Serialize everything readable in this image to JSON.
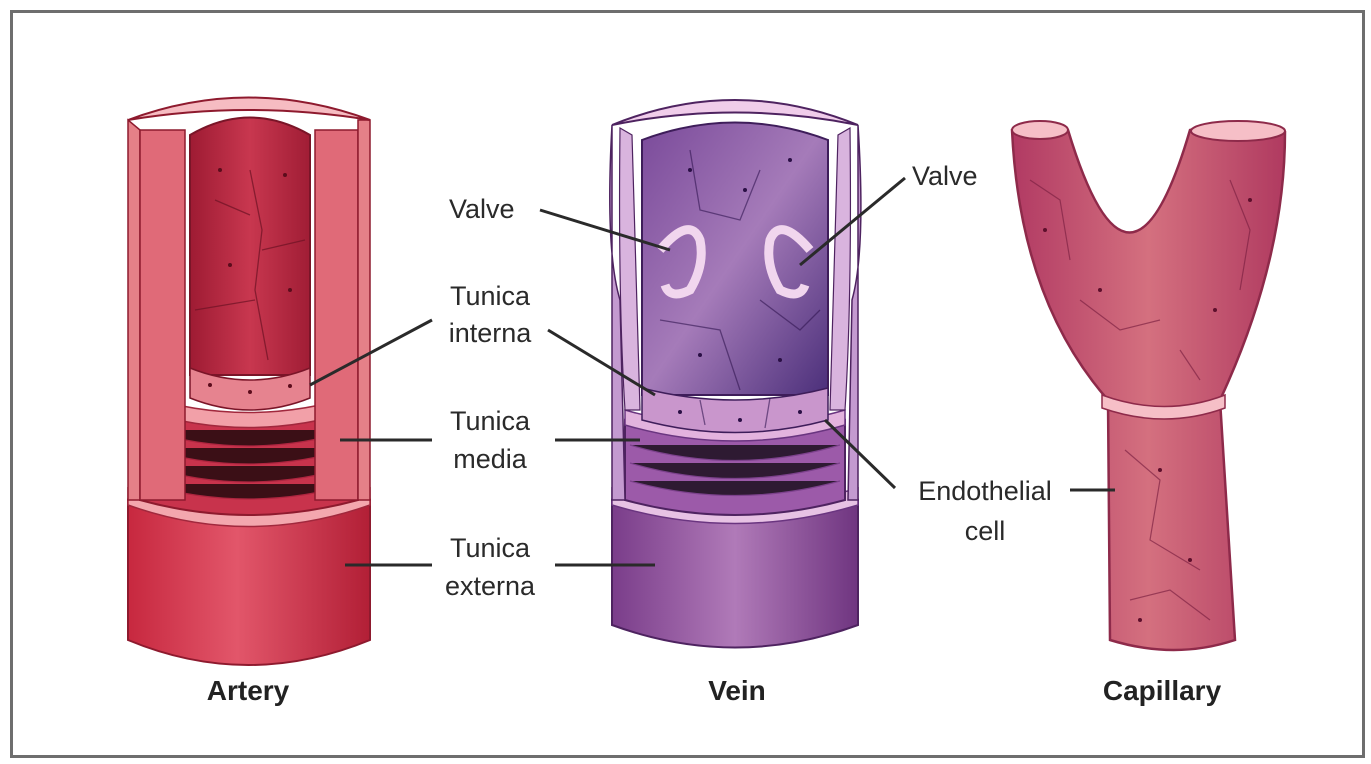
{
  "vessels": {
    "artery": "Artery",
    "vein": "Vein",
    "capillary": "Capillary"
  },
  "labels": {
    "valve_left": "Valve",
    "valve_right": "Valve",
    "tunica_interna": [
      "Tunica",
      "interna"
    ],
    "tunica_media": [
      "Tunica",
      "media"
    ],
    "tunica_externa": [
      "Tunica",
      "externa"
    ],
    "endothelial_cell": [
      "Endothelial",
      "cell"
    ]
  },
  "colors": {
    "artery_outer": "#d63a52",
    "artery_inner": "#b0233c",
    "artery_layer": "#f2a0a8",
    "vein_outer": "#8c4c9a",
    "vein_inner": "#6a3f8e",
    "vein_layer": "#e3b3de",
    "capillary": "#c04a6f",
    "capillary_edge": "#f6bfc7"
  }
}
